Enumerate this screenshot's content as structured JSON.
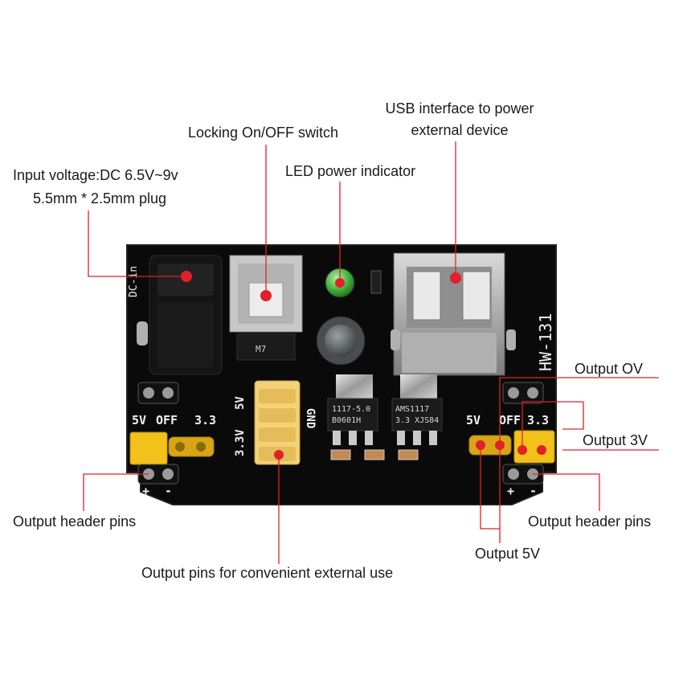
{
  "callouts": {
    "input_voltage_line1": "Input voltage:DC 6.5V~9v",
    "input_voltage_line2": "5.5mm * 2.5mm plug",
    "switch": "Locking On/OFF switch",
    "led": "LED power indicator",
    "usb_line1": "USB interface to power",
    "usb_line2": "external device",
    "output_0v": "Output OV",
    "output_3v": "Output 3V",
    "output_5v": "Output 5V",
    "header_left": "Output header pins",
    "header_right": "Output header pins",
    "output_pins": "Output pins for convenient external use"
  },
  "board_silkscreen": {
    "model": "HW-131",
    "dc_label": "DC-in",
    "switch_marking": "M7",
    "left_5v": "5V",
    "left_off": "OFF",
    "left_33": "3.3",
    "right_5v": "5V",
    "right_off": "OFF",
    "right_33": "3.3",
    "mid_5v": "5V",
    "mid_33v": "3.3V",
    "gnd": "GND",
    "plus_left": "+",
    "minus_left": "-",
    "plus_right": "+",
    "minus_right": "-",
    "reg1_line1": "1117-5.0",
    "reg1_line2": "B0601H",
    "reg2_line1": "AMS1117",
    "reg2_line2": "3.3 XJS84"
  },
  "colors": {
    "board": "#0a0a0a",
    "jumper": "#f2c21a",
    "header_yellow": "#f3d278",
    "callout_line": "#e0202a",
    "led_green": "#3fae3a",
    "silkscreen": "#f2f2f2"
  }
}
